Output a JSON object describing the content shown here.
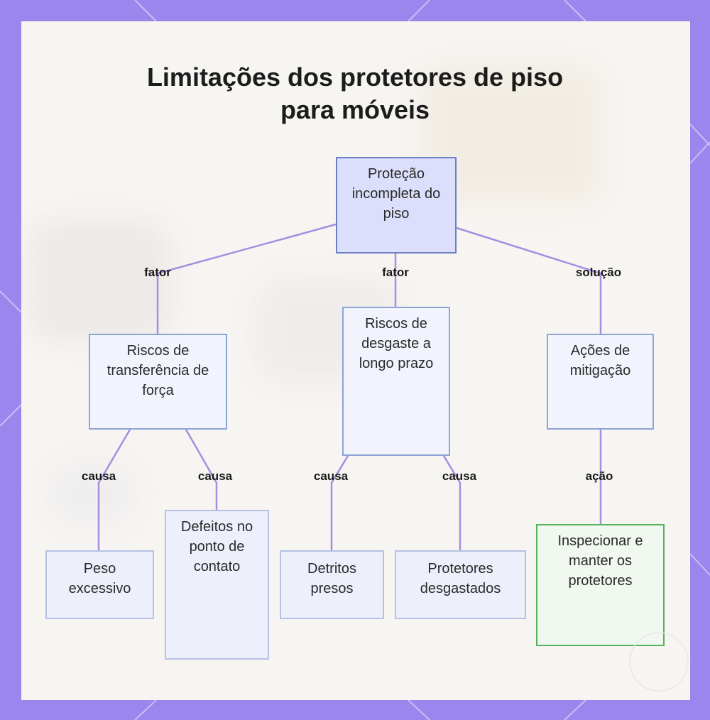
{
  "title": {
    "line1": "Limitações dos protetores de piso",
    "line2": "para móveis"
  },
  "nodes": {
    "root": "Proteção incompleta do piso",
    "force": "Riscos de transferência de força",
    "wear": "Riscos de desgaste a longo prazo",
    "mitigation": "Ações de mitigação",
    "weight": "Peso excessivo",
    "defects": "Defeitos no ponto de contato",
    "debris": "Detritos presos",
    "worn": "Protetores desgastados",
    "inspect": "Inspecionar e manter os protetores"
  },
  "edge_labels": {
    "root_force": "fator",
    "root_wear": "fator",
    "root_mitigation": "solução",
    "force_weight": "causa",
    "force_defects": "causa",
    "wear_debris": "causa",
    "wear_worn": "causa",
    "mitigation_inspect": "ação"
  },
  "colors": {
    "frame": "#9b86ee",
    "edge": "#a68ee0",
    "root_fill": "#dcdffb",
    "node_fill": "#f1f4fc",
    "action_border": "#54b25a"
  }
}
